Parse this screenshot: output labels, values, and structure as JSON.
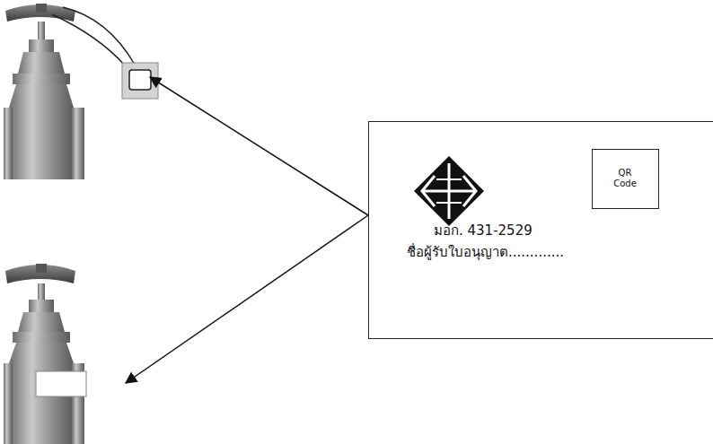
{
  "diagram": {
    "nodes": [
      {
        "text": [
          "มอก. 431-2529",
          "ชื่อผู้รับใบอนุญาต............."
        ]
      },
      {
        "text": [
          "QR Code"
        ],
        "in": 0
      }
    ]
  }
}
